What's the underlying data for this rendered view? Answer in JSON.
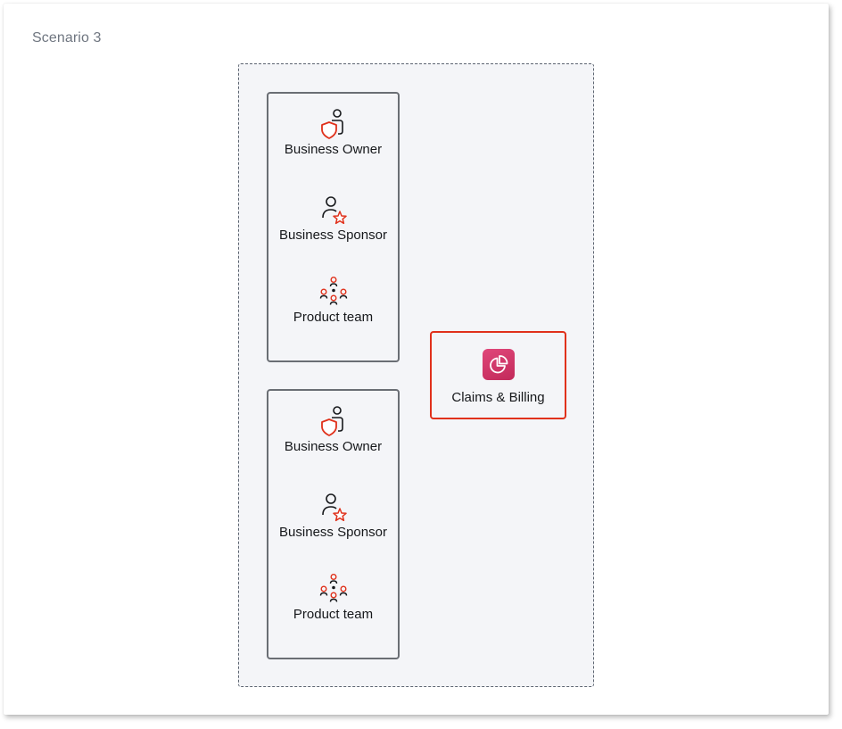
{
  "scenario": {
    "title": "Scenario 3"
  },
  "teams": [
    {
      "roles": [
        {
          "label": "Business Owner",
          "icon": "business-owner-shield-icon"
        },
        {
          "label": "Business Sponsor",
          "icon": "business-sponsor-star-icon"
        },
        {
          "label": "Product team",
          "icon": "product-team-icon"
        }
      ]
    },
    {
      "roles": [
        {
          "label": "Business Owner",
          "icon": "business-owner-shield-icon"
        },
        {
          "label": "Business Sponsor",
          "icon": "business-sponsor-star-icon"
        },
        {
          "label": "Product team",
          "icon": "product-team-icon"
        }
      ]
    }
  ],
  "application": {
    "label": "Claims & Billing",
    "icon": "pie-chart-icon"
  },
  "colors": {
    "accent": "#e0311b",
    "app_icon_bg": "#d23a68",
    "region_bg": "#f4f5f8",
    "border": "#6a6e74",
    "text": "#16181b",
    "muted_text": "#6f7680"
  }
}
